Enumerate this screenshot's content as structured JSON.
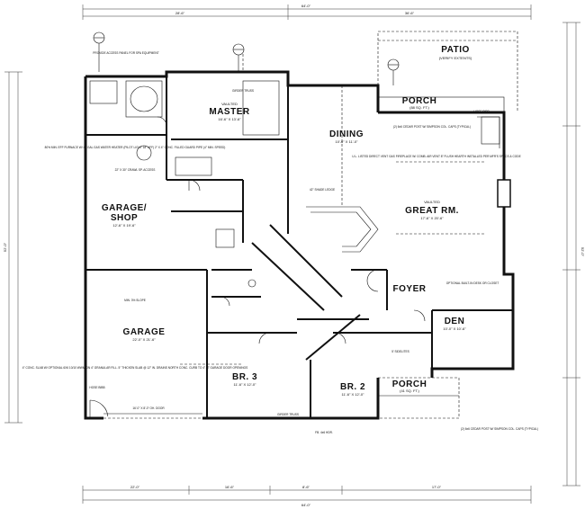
{
  "rooms": {
    "patio": "PATIO",
    "patio_note": "(VERIFY EXTENTS)",
    "master": "MASTER",
    "master_note": "VAULTED",
    "master_size": "16'-6\" X 13'-6\"",
    "porch_top": "PORCH",
    "porch_top_size": "(88 SQ. FT.)",
    "dining": "DINING",
    "dining_size": "10'-6\" X 11'-0\"",
    "great": "GREAT RM.",
    "great_note": "VAULTED",
    "great_size": "17'-6\" X 20'-6\"",
    "garage_shop": "GARAGE/",
    "garage_shop2": "SHOP",
    "garage_shop_size": "12'-6\" X 19'-6\"",
    "garage": "GARAGE",
    "garage_size": "22'-0\" X 21'-6\"",
    "foyer": "FOYER",
    "den": "DEN",
    "den_size": "10'-0\" X 10'-6\"",
    "br3": "BR. 3",
    "br3_size": "11'-6\" X 12'-0\"",
    "br2": "BR. 2",
    "br2_size": "11'-6\" X 12'-0\"",
    "porch_bot": "PORCH",
    "porch_bot_size": "(41 SQ. FT.)"
  },
  "notes": {
    "access": "PROVIDE ACCESS PANEL FOR SPA EQUIPMENT",
    "furnace": "80% MIN. EFF FURNACE W/ 40 GAL GAS WATER HEATER (PILOT LIGHT 18\" AFF) 2\" X 4\" CONC. FILLED GUARD PIPE (4\" MIN. SPEED)",
    "attic": "22\" X 30\" CRAWL SP. ACCESS",
    "shelf": "42\" SHADE LEDGE",
    "fireplace": "U.L. LISTED DIRECT VENT GAS FIREPLACE W/ COMB. AIR VENT 8\" FLUSH HEARTH INSTALLED PER MFR'S SPECS & CODE",
    "slab": "4\" CONC. SLAB W/ OPTIONAL 6X6 10/10 WWM ON 4\" GRANULAR FILL. 5\" THICKEN SLAB @ 12\" IN. DRAINS NORTH CONC. CURB TO 4\" AT GARAGE DOOR OPENINGS",
    "garage_floor": "MIN. 3% SLOPE",
    "garage_door": "16'-0\" X 8'-0\" OH. DOOR",
    "cedar_top": "(2) 6x6 CEDAR POST W/ SIMPSON COL. CAPS (TYPICAL)",
    "cedar_bot": "(2) 6x6 CEDAR POST W/ SIMPSON COL. CAPS (TYPICAL)",
    "header_bot": "FB. 4x6 HDR.",
    "girder_top": "GIRDER TRUSS",
    "girder_bot": "GIRDER TRUSS",
    "optional_desk": "OPTIONAL BUILT-IN DESK OR CLOSET",
    "hose": "HOSE BIBB",
    "hose_right": "HOSE BIBB",
    "sidelites": "5' SIDELITES"
  },
  "dims": {
    "overall_top": "64'-0\"",
    "overall_bottom": "64'-0\"",
    "overall_left": "52'-0\"",
    "overall_right": "52'-0\"",
    "top_a": "28'-6\"",
    "top_b": "36'-6\"",
    "bot_a": "22'-0\"",
    "bot_b": "16'-6\"",
    "bot_c": "8'-6\"",
    "bot_d": "17'-0\""
  }
}
